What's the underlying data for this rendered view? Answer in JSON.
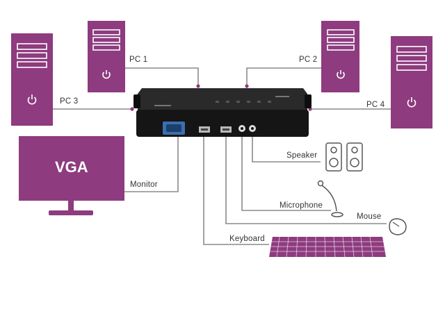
{
  "diagram": {
    "device": "KVM switch",
    "connections": [
      {
        "id": "pc1",
        "label": "PC 1"
      },
      {
        "id": "pc2",
        "label": "PC 2"
      },
      {
        "id": "pc3",
        "label": "PC 3"
      },
      {
        "id": "pc4",
        "label": "PC 4"
      },
      {
        "id": "monitor",
        "label": "Monitor"
      },
      {
        "id": "speaker",
        "label": "Speaker"
      },
      {
        "id": "microphone",
        "label": "Microphone"
      },
      {
        "id": "mouse",
        "label": "Mouse"
      },
      {
        "id": "keyboard",
        "label": "Keyboard"
      }
    ],
    "monitor_screen_text": "VGA"
  },
  "colors": {
    "accent": "#8e3b7f",
    "line": "#8a8a8a",
    "device": "#1a1a1a",
    "label": "#333333"
  },
  "icons": [
    "tower-pc-icon",
    "power-icon",
    "monitor-icon",
    "speaker-icon",
    "microphone-icon",
    "mouse-icon",
    "keyboard-icon",
    "kvm-switch-icon"
  ]
}
